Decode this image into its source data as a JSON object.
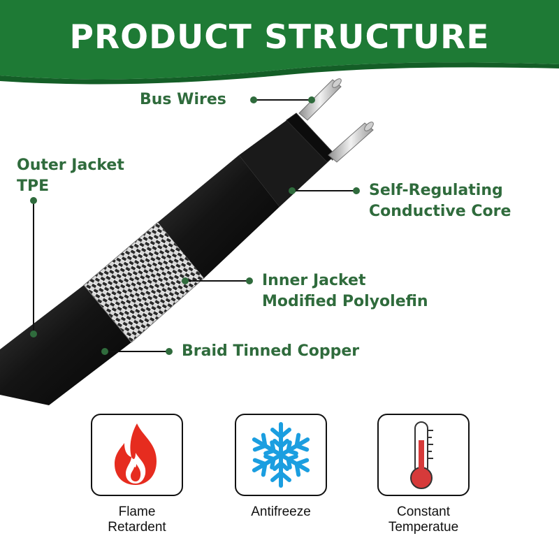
{
  "header": {
    "title": "PRODUCT STRUCTURE"
  },
  "labels": {
    "bus_wires": "Bus Wires",
    "outer_jacket_line1": "Outer Jacket",
    "outer_jacket_line2": "TPE",
    "core_line1": "Self-Regulating",
    "core_line2": "Conductive Core",
    "inner_jacket_line1": "Inner Jacket",
    "inner_jacket_line2": "Modified Polyolefin",
    "braid": "Braid Tinned Copper"
  },
  "features": [
    {
      "icon": "flame-icon",
      "caption_line1": "Flame",
      "caption_line2": "Retardent"
    },
    {
      "icon": "snowflake-icon",
      "caption_line1": "Antifreeze",
      "caption_line2": ""
    },
    {
      "icon": "thermometer-icon",
      "caption_line1": "Constant",
      "caption_line2": "Temperatue"
    }
  ],
  "colors": {
    "brand_green": "#2f6b3c",
    "header_green": "#1e7a35",
    "flame_red": "#e62c1f",
    "snow_blue": "#1b9ee0",
    "thermo_red": "#d63a3a"
  }
}
